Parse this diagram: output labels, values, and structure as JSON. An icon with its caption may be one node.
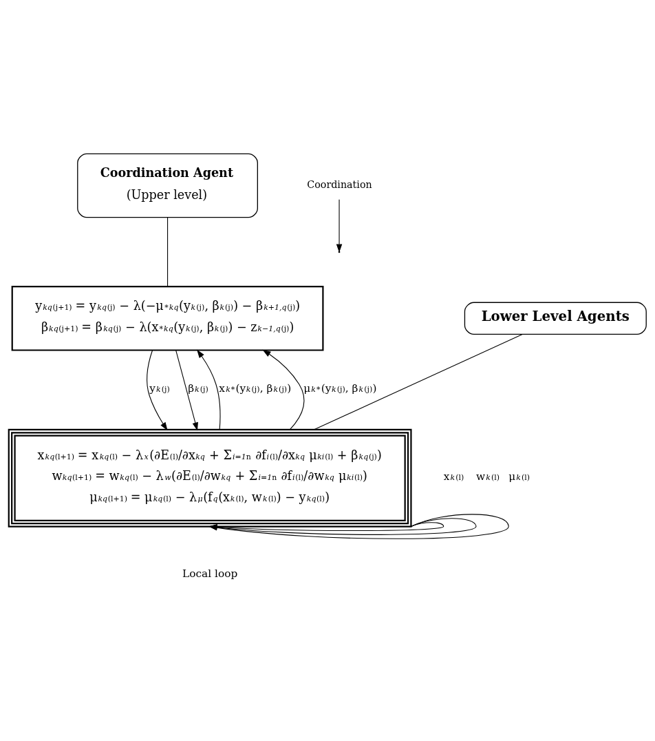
{
  "diagram": {
    "nodes": [
      {
        "text": [
          "Coordination Agent",
          "(Upper level)"
        ]
      },
      {
        "text": [
          "y$_{kq}$$^{(j+1)}$ = y$_{kq}$$^{(j)}$ − λ(−μ$^{*}$$_{kq}$(y$_{k}$$^{(j)}$, β$_{k}$$^{(j)}$) − β$_{k+1,q}$$^{(j)}$)",
          "β$_{kq}$$^{(j+1)}$ = β$_{kq}$$^{(j)}$ − λ(x$^{*}$$_{kq}$(y$_{k}$$^{(j)}$, β$_{k}$$^{(j)}$) − z$_{k−1,q}$$^{(j)}$)"
        ]
      },
      {
        "text": [
          "Lower Level Agents"
        ]
      },
      {
        "text": [
          "x$_{kq}$$^{(l+1)}$ = x$_{kq}$$^{(l)}$ − λ$_{x}$(∂E$^{(l)}$/∂x$_{kq}$ + Σ$_{i=1}$$^{n}$ ∂f$_{i}$$^{(l)}$/∂x$_{kq}$ μ$_{ki}$$^{(l)}$ + β$_{kq}$$^{(j)}$)",
          "w$_{kq}$$^{(l+1)}$ = w$_{kq}$$^{(l)}$ − λ$_{w}$(∂E$^{(l)}$/∂w$_{kq}$ + Σ$_{i=1}$$^{n}$ ∂f$_{i}$$^{(l)}$/∂w$_{kq}$ μ$_{ki}$$^{(l)}$)",
          "μ$_{kq}$$^{(l+1)}$ = μ$_{kq}$$^{(l)}$ − λ$_{μ}$(f$_{q}$(x$_{k}$$^{(l)}$, w$_{k}$$^{(l)}$) − y$_{kq}$$^{(l)}$)"
        ]
      },
      {
        "text": [
          "Coordination"
        ]
      }
    ],
    "edges": [
      {
        "from": 0,
        "to": 1,
        "arrow": "none"
      },
      {
        "from": 1,
        "to": 3,
        "arrow": "to",
        "label": "y$_{k}$$^{(j)}$"
      },
      {
        "from": 1,
        "to": 3,
        "arrow": "to",
        "label": "β$_{k}$$^{(j)}$"
      },
      {
        "from": 4,
        "to": null,
        "arrow": "to"
      },
      {
        "from": 2,
        "to": 3,
        "arrow": "none"
      },
      {
        "from": 3,
        "to": 1,
        "arrow": "to",
        "label": "x$_{k}$$^{*}$(y$_{k}$$^{(j)}$, β$_{k}$$^{(j)}$)"
      },
      {
        "from": 3,
        "to": 1,
        "arrow": "to",
        "label": "μ$_{k}$$^{*}$(y$_{k}$$^{(j)}$, β$_{k}$$^{(j)}$)"
      },
      {
        "from": 3,
        "to": 3,
        "arrow": "to",
        "label": "x$_{k}$$^{(l)}$"
      },
      {
        "from": 3,
        "to": 3,
        "arrow": "to",
        "label": "w$_{k}$$^{(l)}$"
      },
      {
        "from": 3,
        "to": 3,
        "arrow": "to",
        "label": "μ$_{k}$$^{(l)}$"
      }
    ],
    "labels": [
      "Local loop"
    ]
  }
}
